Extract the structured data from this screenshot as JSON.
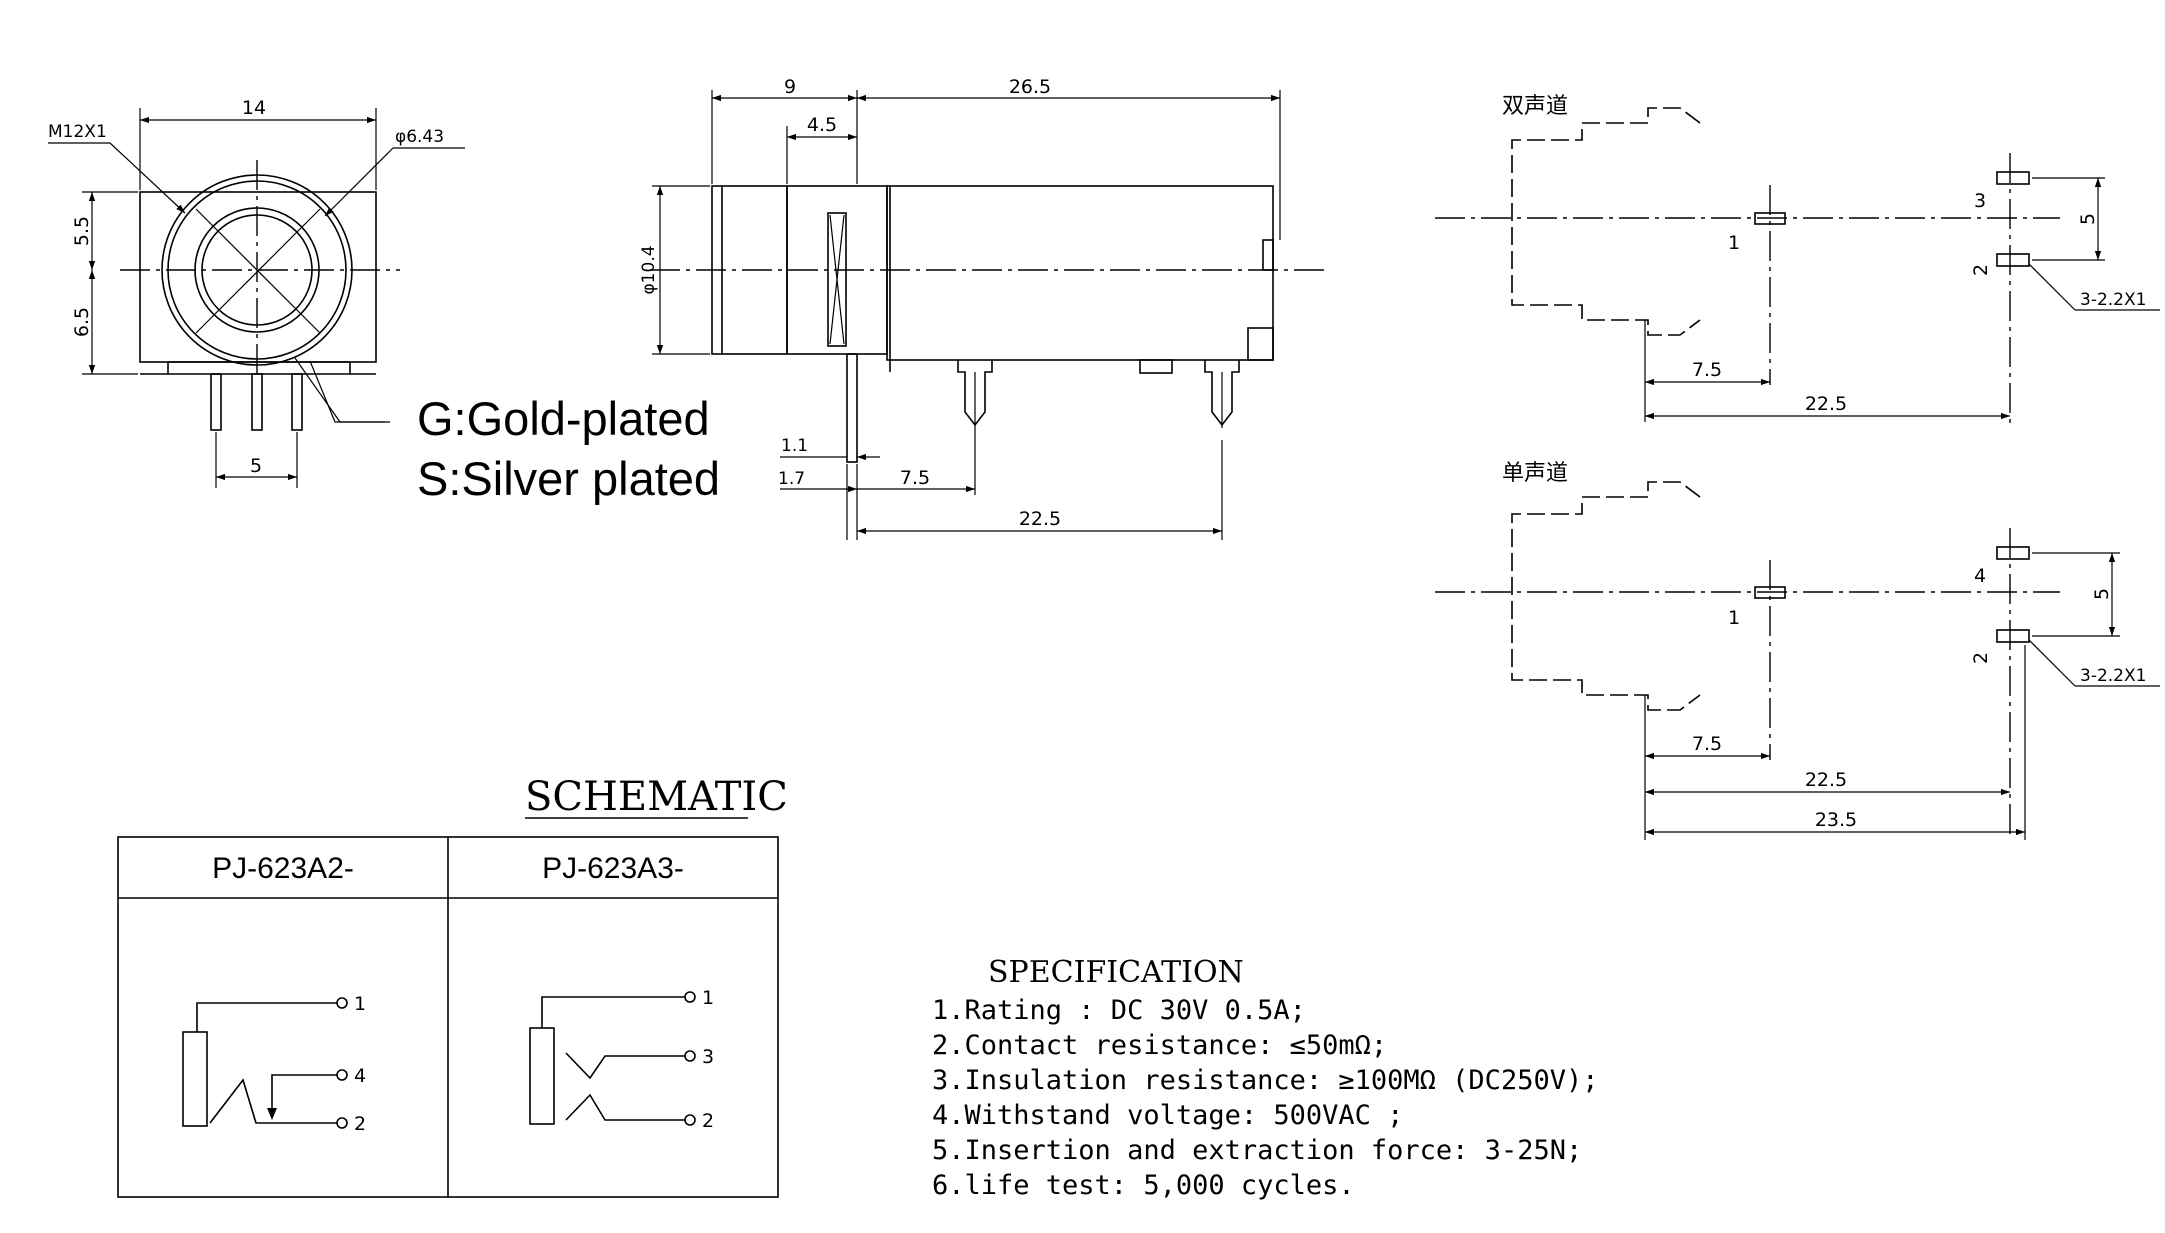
{
  "front_view": {
    "dim_width": "14",
    "dim_thread": "M12X1",
    "dim_dia": "φ6.43",
    "dim_upper": "5.5",
    "dim_lower": "6.5",
    "dim_pin_pitch": "5"
  },
  "plating": {
    "gold": "G:Gold-plated",
    "silver": "S:Silver plated"
  },
  "side_view": {
    "dim_9": "9",
    "dim_26_5": "26.5",
    "dim_4_5": "4.5",
    "dim_dia": "φ10.4",
    "dim_1_1": "1.1",
    "dim_1_7": "1.7",
    "dim_7_5": "7.5",
    "dim_22_5": "22.5"
  },
  "stereo_layout": {
    "label": "双声道",
    "pin1": "1",
    "pin2": "2",
    "pin3": "3",
    "dim_5": "5",
    "hole_note": "3-2.2X1",
    "dim_7_5": "7.5",
    "dim_22_5": "22.5"
  },
  "mono_layout": {
    "label": "单声道",
    "pin1": "1",
    "pin2": "2",
    "pin4": "4",
    "dim_5": "5",
    "hole_note": "3-2.2X1",
    "dim_7_5": "7.5",
    "dim_22_5": "22.5",
    "dim_23_5": "23.5"
  },
  "schematic": {
    "title": "SCHEMATIC",
    "col_a": "PJ-623A2-",
    "col_b": "PJ-623A3-",
    "a_pins": [
      "1",
      "4",
      "2"
    ],
    "b_pins": [
      "1",
      "3",
      "2"
    ]
  },
  "specification": {
    "title": "SPECIFICATION",
    "items": [
      "1.Rating : DC 30V 0.5A;",
      "2.Contact resistance: ≤50mΩ;",
      "3.Insulation resistance: ≥100MΩ (DC250V);",
      "4.Withstand voltage: 500VAC ;",
      "5.Insertion and extraction force: 3-25N;",
      "6.life test: 5,000 cycles."
    ]
  }
}
